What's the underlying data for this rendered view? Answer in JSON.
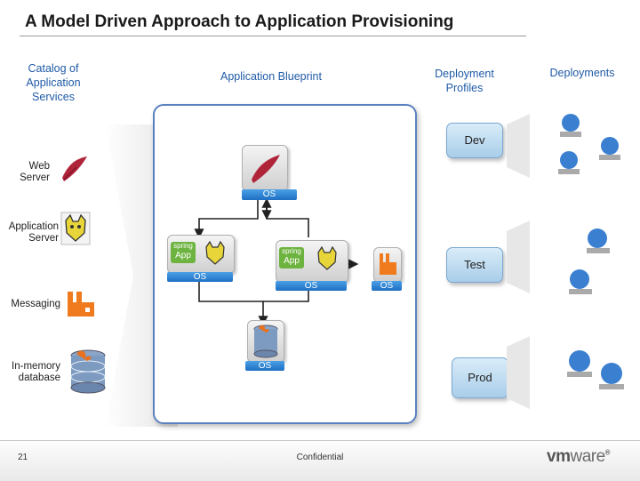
{
  "title": "A Model Driven Approach to Application Provisioning",
  "headers": {
    "catalog": [
      "Catalog of",
      "Application",
      "Services"
    ],
    "blueprint": "Application Blueprint",
    "profiles": [
      "Deployment",
      "Profiles"
    ],
    "deployments": "Deployments"
  },
  "catalog": {
    "web_server": [
      "Web",
      "Server"
    ],
    "app_server": [
      "Application",
      "Server"
    ],
    "messaging": "Messaging",
    "inmemory": [
      "In-memory",
      "database"
    ]
  },
  "blueprint": {
    "os_label": "OS",
    "app_label": "App",
    "spring_label": "spring"
  },
  "profiles": {
    "dev": "Dev",
    "test": "Test",
    "prod": "Prod"
  },
  "footer": {
    "page": "21",
    "confidential": "Confidential",
    "logo_vm": "vm",
    "logo_ware": "ware",
    "logo_reg": "®"
  },
  "colors": {
    "accent_blue": "#1f5aa6",
    "os_bar": "#2b80d4",
    "rabbit_orange": "#f07b1e",
    "box_border": "#5b82c0"
  }
}
